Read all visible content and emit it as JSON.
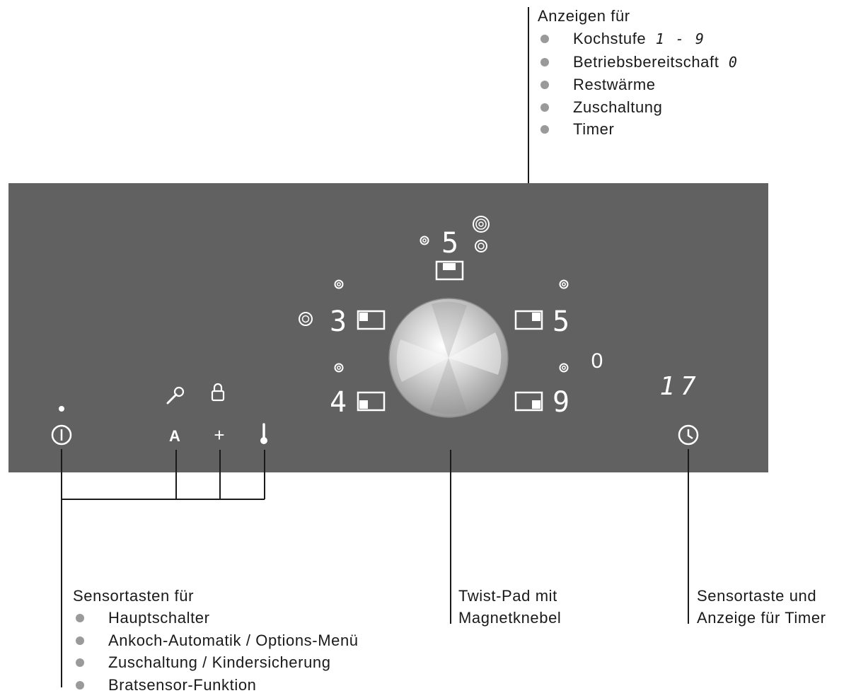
{
  "displays_callout": {
    "title": "Anzeigen für",
    "items": [
      {
        "label": "Kochstufe",
        "suffix": "1 - 9"
      },
      {
        "label": "Betriebsbereitschaft",
        "suffix": "0"
      },
      {
        "label": "Restwärme",
        "suffix": ""
      },
      {
        "label": "Zuschaltung",
        "suffix": ""
      },
      {
        "label": "Timer",
        "suffix": ""
      }
    ]
  },
  "sensor_keys_callout": {
    "title": "Sensortasten für",
    "items": [
      "Hauptschalter",
      "Ankoch-Automatik / Options-Menü",
      "Zuschaltung / Kindersicherung",
      "Bratsensor-Funktion"
    ]
  },
  "twist_pad_callout": {
    "line1": "Twist-Pad mit",
    "line2": "Magnetknebel"
  },
  "timer_callout": {
    "line1": "Sensortaste und",
    "line2": "Anzeige für Timer"
  },
  "panel": {
    "zone_top": "5",
    "zone_left_top": "3",
    "zone_left_bottom": "4",
    "zone_right_top": "5",
    "zone_right_bottom": "9",
    "standby": "0",
    "timer_value": "17",
    "key_auto": "A",
    "key_plus": "+"
  },
  "colors": {
    "panel": "#616161",
    "symbols": "#ffffff",
    "text": "#1a1a1a",
    "bullet": "#9a9a9a"
  }
}
